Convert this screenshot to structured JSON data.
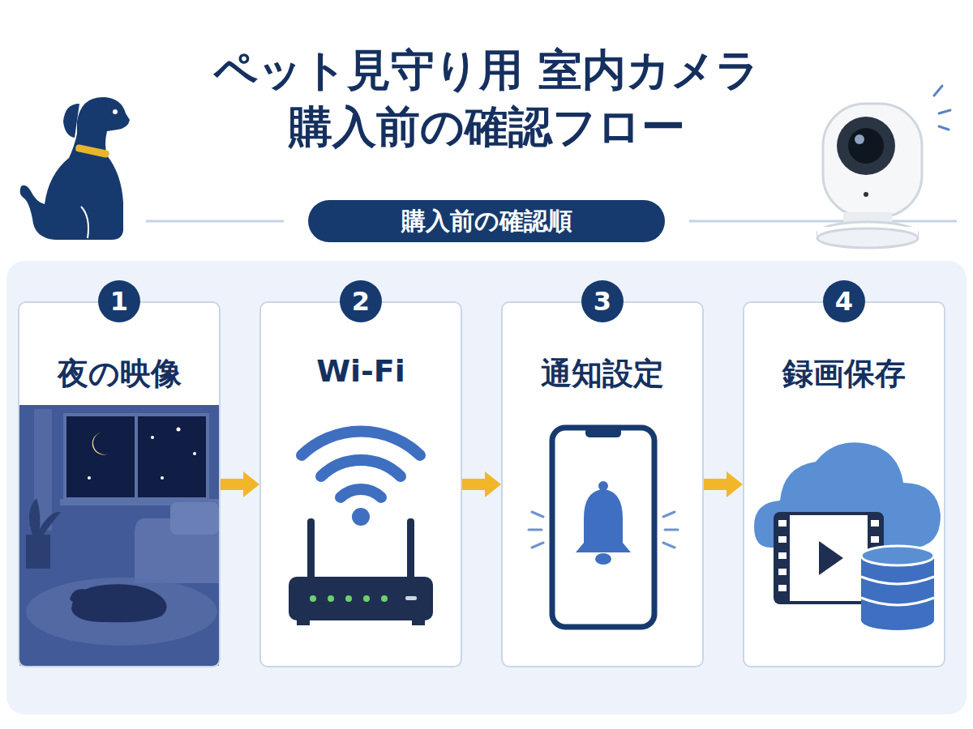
{
  "diagram": {
    "title": "ペット見守り用 室内カメラ 購入前の確認フロー",
    "nodes": [
      {
        "text": [
          "購入前の確認順"
        ]
      },
      {
        "text": [
          "夜の映像"
        ]
      },
      {
        "text": [
          "1"
        ],
        "in": 1
      },
      {
        "text": [
          "Wi-Fi"
        ]
      },
      {
        "text": [
          "2"
        ],
        "in": 3
      },
      {
        "text": [
          "通知設定"
        ]
      },
      {
        "text": [
          "3"
        ],
        "in": 5
      },
      {
        "text": [
          "録画保存"
        ]
      },
      {
        "text": [
          "4"
        ],
        "in": 7
      }
    ],
    "edges": [
      {
        "from": 1,
        "to": 3,
        "arrow": "to"
      },
      {
        "from": 3,
        "to": 5,
        "arrow": "to"
      },
      {
        "from": 5,
        "to": 7,
        "arrow": "to"
      }
    ]
  }
}
